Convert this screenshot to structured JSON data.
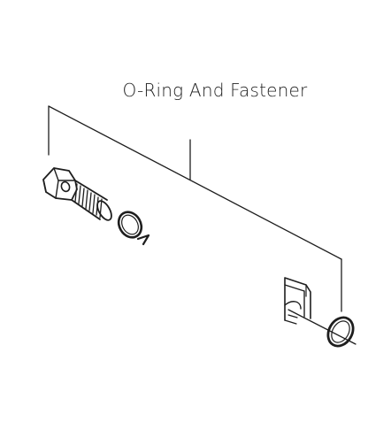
{
  "diagram": {
    "title": "O-Ring And Fastener",
    "parts": [
      {
        "name": "fastener-bolt",
        "icon": "hex-bolt-icon"
      },
      {
        "name": "o-ring-small",
        "icon": "o-ring-icon"
      },
      {
        "name": "o-ring-large",
        "icon": "o-ring-icon"
      },
      {
        "name": "housing-fragment",
        "icon": "housing-icon"
      }
    ],
    "colors": {
      "line": "#1e1e1e",
      "text": "#222222",
      "background": "#ffffff"
    }
  }
}
